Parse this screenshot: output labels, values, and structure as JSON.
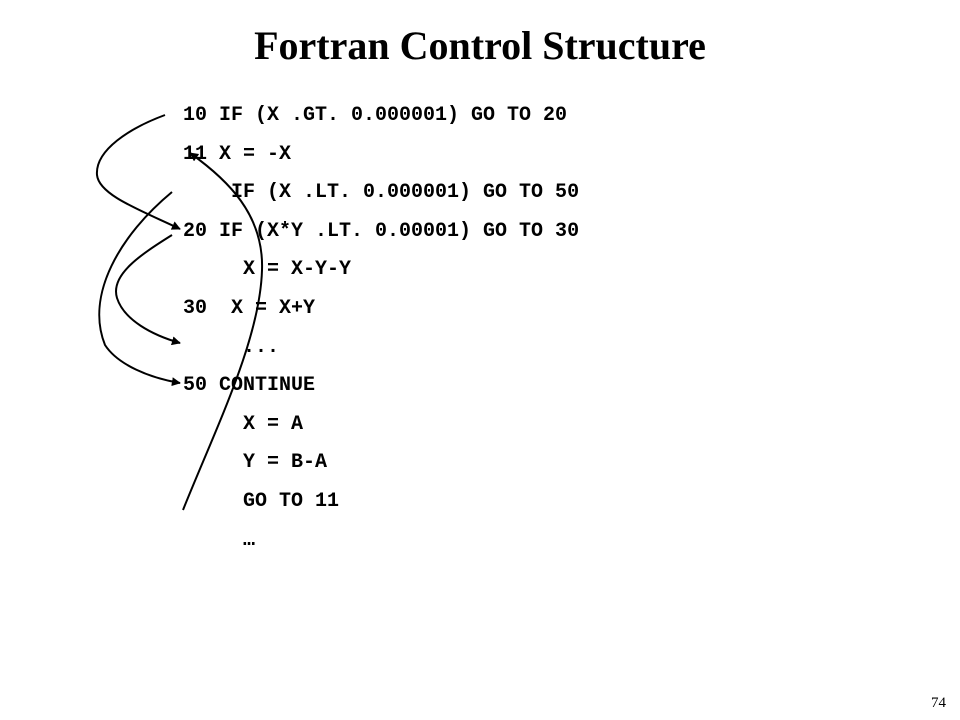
{
  "slide": {
    "title": "Fortran Control Structure",
    "page_number": "74"
  },
  "code": {
    "lines": [
      "10 IF (X .GT. 0.000001) GO TO 20",
      "11 X = -X",
      "    IF (X .LT. 0.000001) GO TO 50",
      "20 IF (X*Y .LT. 0.00001) GO TO 30",
      "     X = X-Y-Y",
      "30  X = X+Y",
      "     ...",
      "50 CONTINUE",
      "     X = A",
      "     Y = B-A",
      "     GO TO 11",
      "     …"
    ]
  },
  "colors": {
    "text": "#000000",
    "arrow": "#000000",
    "background": "#ffffff"
  }
}
